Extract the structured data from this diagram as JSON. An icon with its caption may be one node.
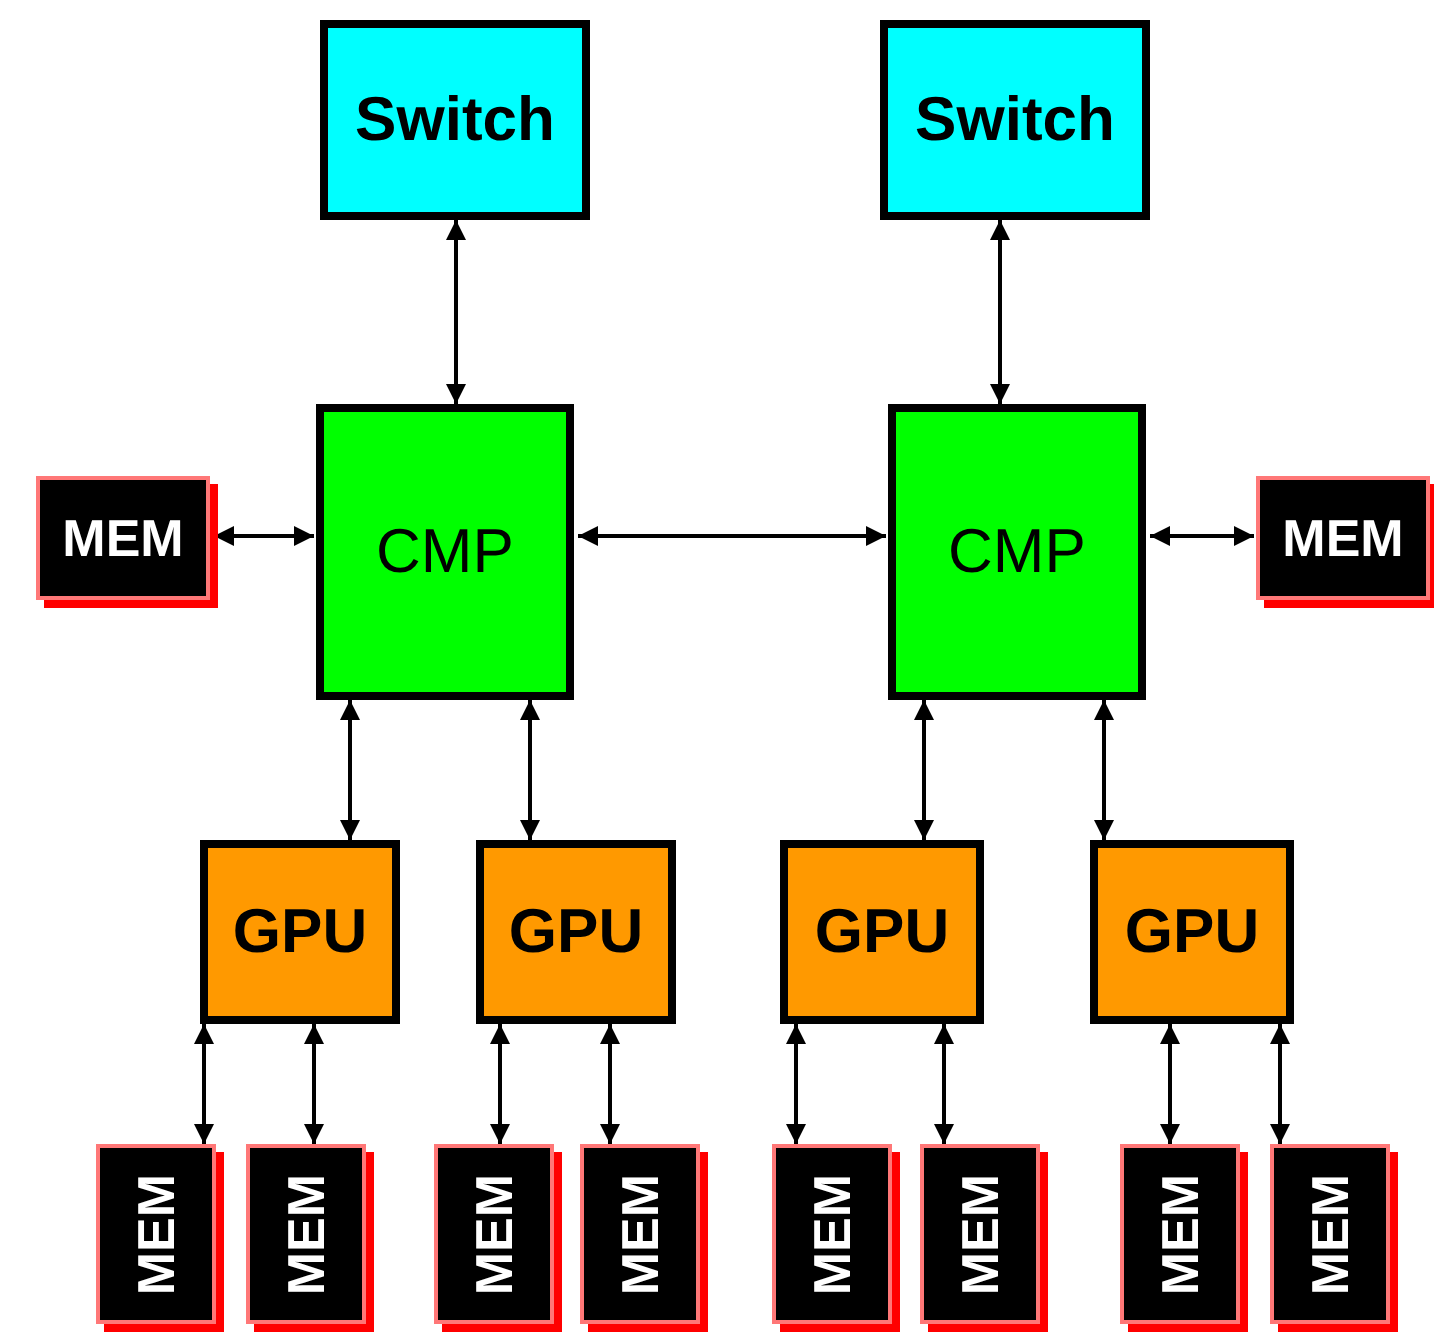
{
  "diagram": {
    "nodes": [
      {
        "text": [
          "Switch"
        ]
      },
      {
        "text": [
          "Switch"
        ]
      },
      {
        "text": [
          "MEM"
        ]
      },
      {
        "text": [
          "CMP"
        ]
      },
      {
        "text": [
          "CMP"
        ]
      },
      {
        "text": [
          "MEM"
        ]
      },
      {
        "text": [
          "GPU"
        ]
      },
      {
        "text": [
          "GPU"
        ]
      },
      {
        "text": [
          "GPU"
        ]
      },
      {
        "text": [
          "GPU"
        ]
      },
      {
        "text": [
          "MEM"
        ]
      },
      {
        "text": [
          "MEM"
        ]
      },
      {
        "text": [
          "MEM"
        ]
      },
      {
        "text": [
          "MEM"
        ]
      },
      {
        "text": [
          "MEM"
        ]
      },
      {
        "text": [
          "MEM"
        ]
      },
      {
        "text": [
          "MEM"
        ]
      },
      {
        "text": [
          "MEM"
        ]
      }
    ],
    "edges": [
      {
        "from": 0,
        "to": 3,
        "arrow": "both"
      },
      {
        "from": 1,
        "to": 4,
        "arrow": "both"
      },
      {
        "from": 2,
        "to": 3,
        "arrow": "both"
      },
      {
        "from": 3,
        "to": 4,
        "arrow": "both"
      },
      {
        "from": 4,
        "to": 5,
        "arrow": "both"
      },
      {
        "from": 3,
        "to": 6,
        "arrow": "both"
      },
      {
        "from": 3,
        "to": 7,
        "arrow": "both"
      },
      {
        "from": 4,
        "to": 8,
        "arrow": "both"
      },
      {
        "from": 4,
        "to": 9,
        "arrow": "both"
      },
      {
        "from": 6,
        "to": 10,
        "arrow": "both"
      },
      {
        "from": 6,
        "to": 11,
        "arrow": "both"
      },
      {
        "from": 7,
        "to": 12,
        "arrow": "both"
      },
      {
        "from": 7,
        "to": 13,
        "arrow": "both"
      },
      {
        "from": 8,
        "to": 14,
        "arrow": "both"
      },
      {
        "from": 8,
        "to": 15,
        "arrow": "both"
      },
      {
        "from": 9,
        "to": 16,
        "arrow": "both"
      },
      {
        "from": 9,
        "to": 17,
        "arrow": "both"
      }
    ]
  }
}
